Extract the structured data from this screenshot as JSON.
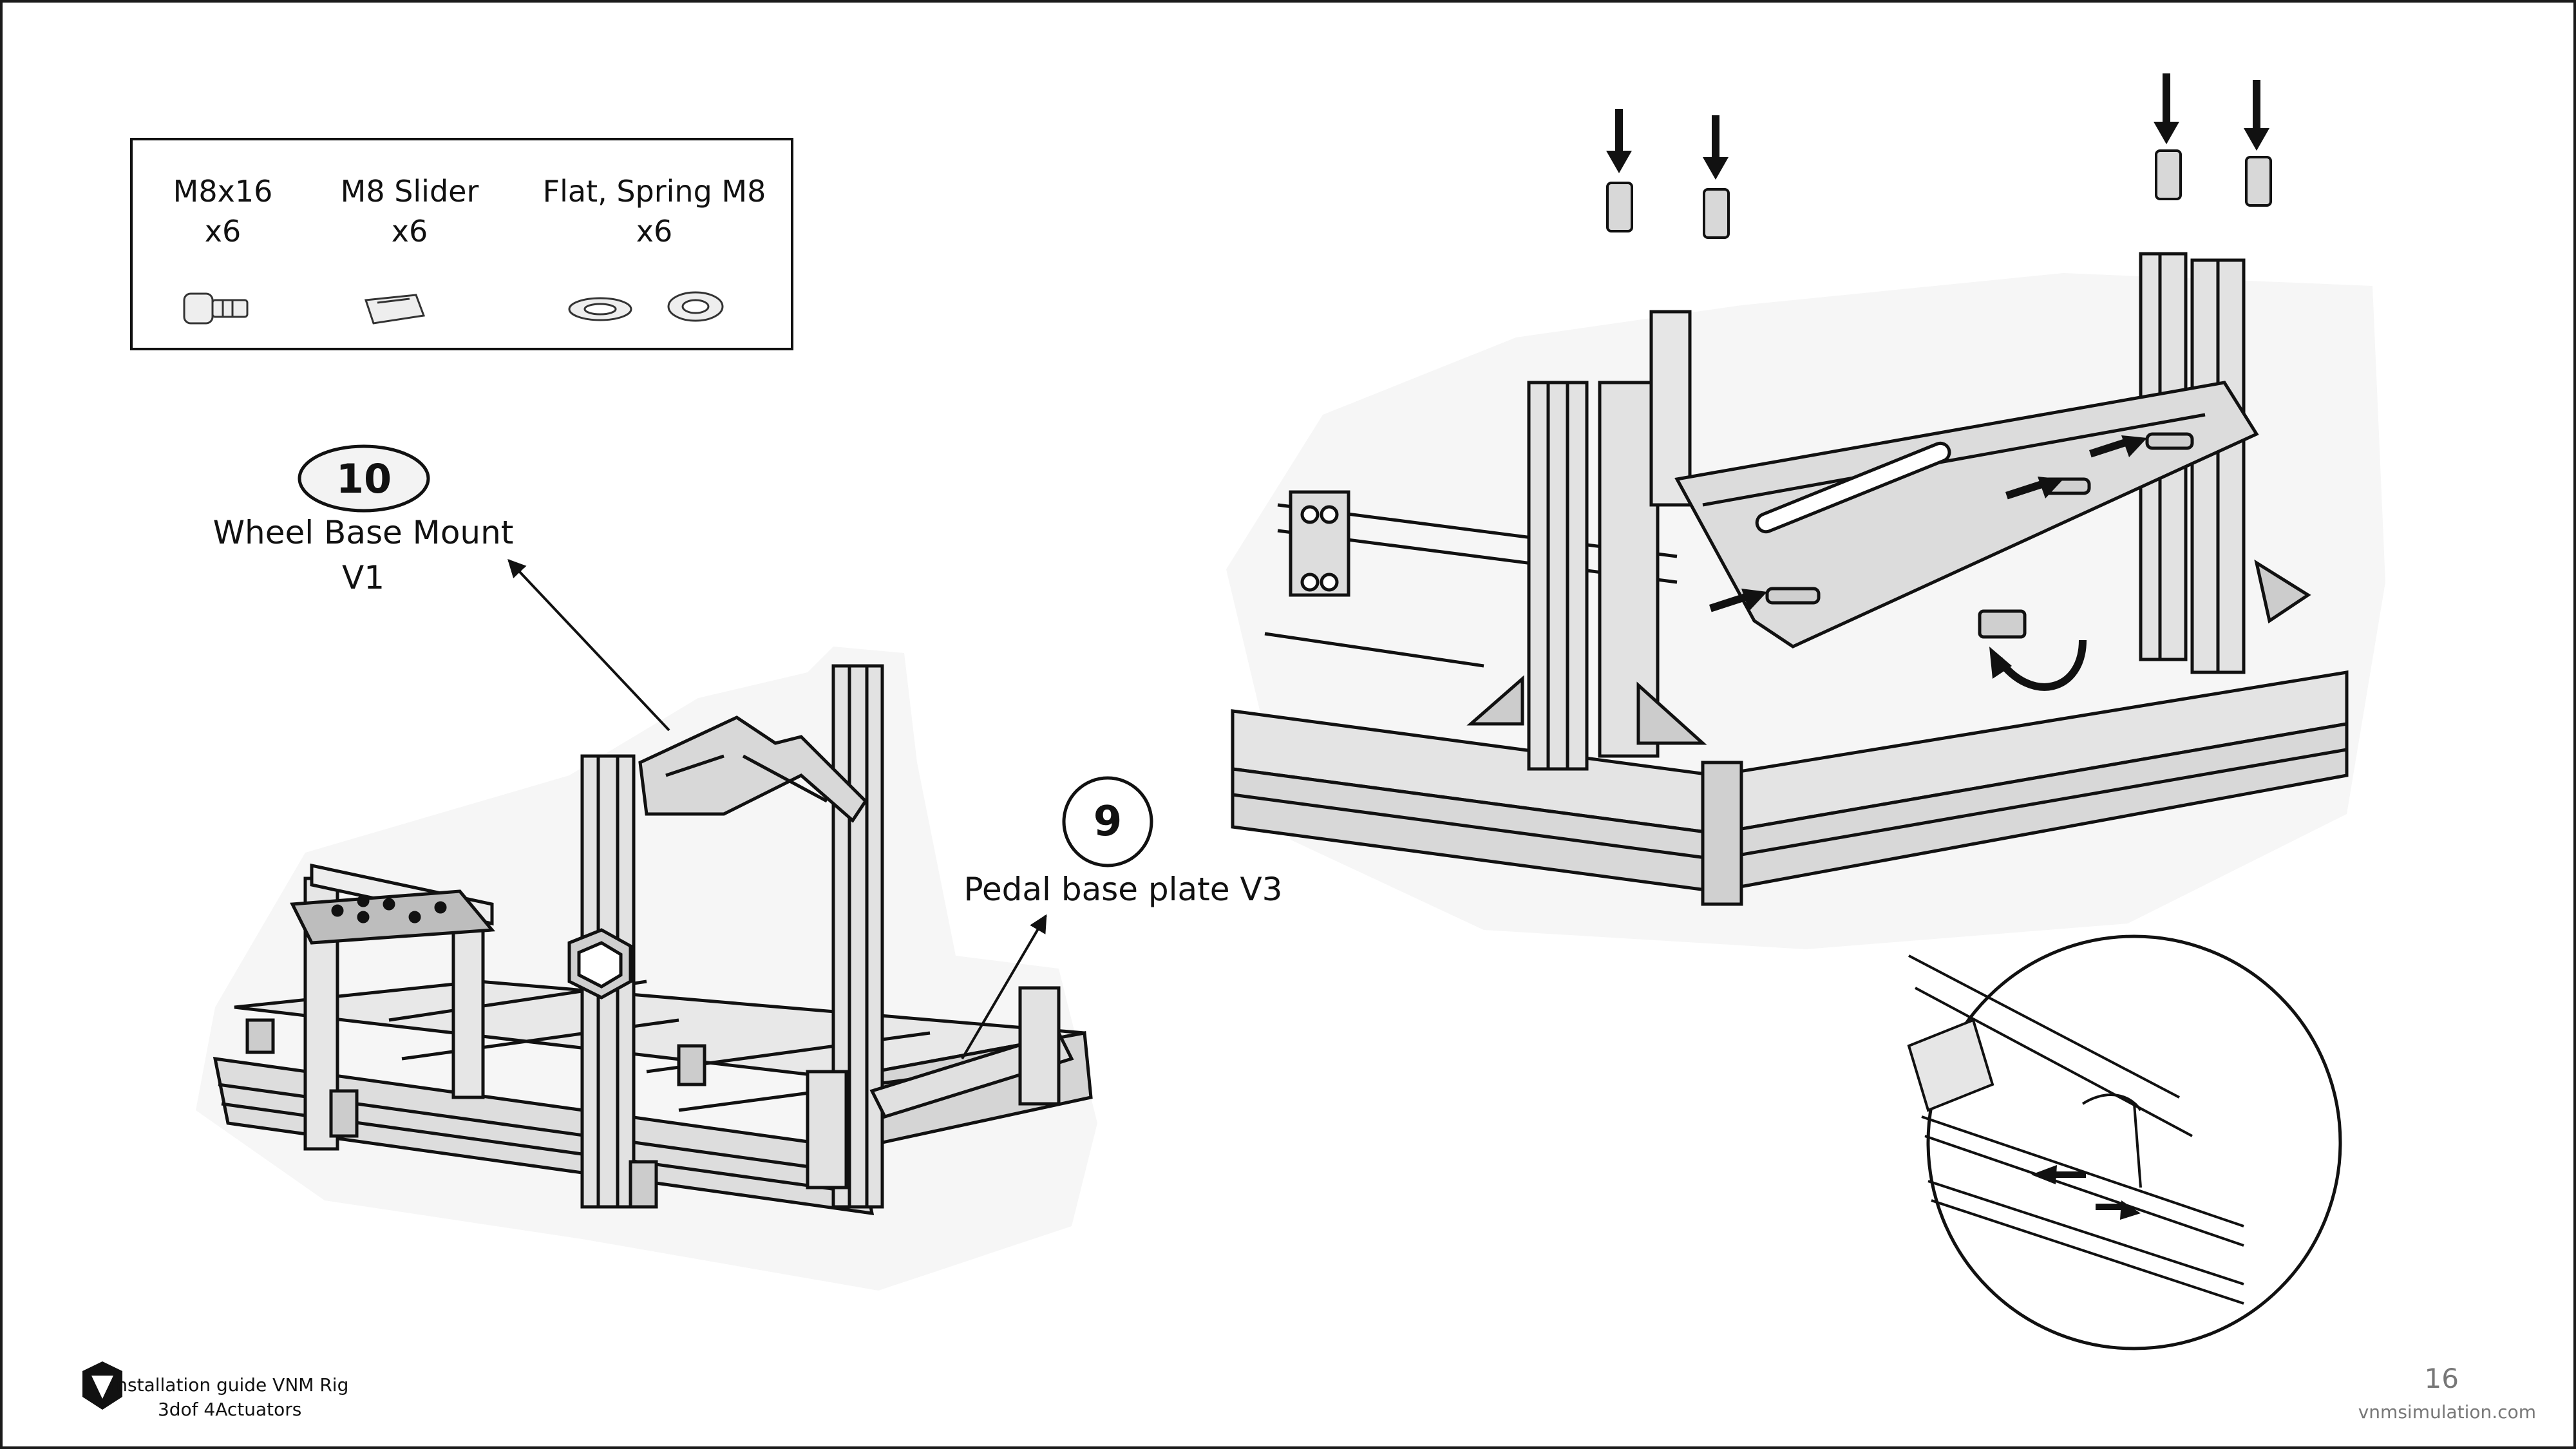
{
  "parts": [
    {
      "label_line1": "M8x16",
      "label_line2": "x6"
    },
    {
      "label_line1": "M8 Slider",
      "label_line2": "x6"
    },
    {
      "label_line1": "Flat, Spring M8",
      "label_line2": "x6"
    }
  ],
  "callouts": [
    {
      "number": "10",
      "label_line1": "Wheel Base Mount",
      "label_line2": "V1"
    },
    {
      "number": "9",
      "label_line1": "Pedal base plate V3"
    }
  ],
  "footer": {
    "guide_line1": "Installation guide VNM Rig",
    "guide_line2": "3dof 4Actuators",
    "page_number": "16",
    "website": "vnmsimulation.com",
    "logo_letter": "V"
  },
  "icons": [
    "bolt-icon",
    "slider-nut-icon",
    "spring-washer-icon",
    "flat-washer-icon",
    "arrow-down-icon",
    "arrow-right-icon",
    "rotate-arrow-icon",
    "vnm-logo-icon"
  ],
  "colors": {
    "line": "#111111",
    "metal": "#e4e4e4",
    "footer_gray": "#777777"
  }
}
